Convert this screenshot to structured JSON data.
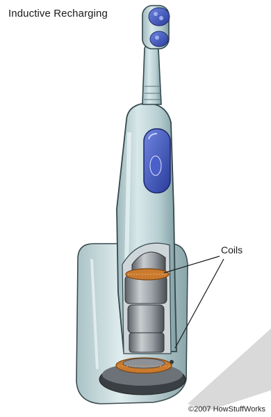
{
  "title": "Inductive Recharging",
  "callout": {
    "label": "Coils"
  },
  "credit": "©2007 HowStuffWorks"
}
